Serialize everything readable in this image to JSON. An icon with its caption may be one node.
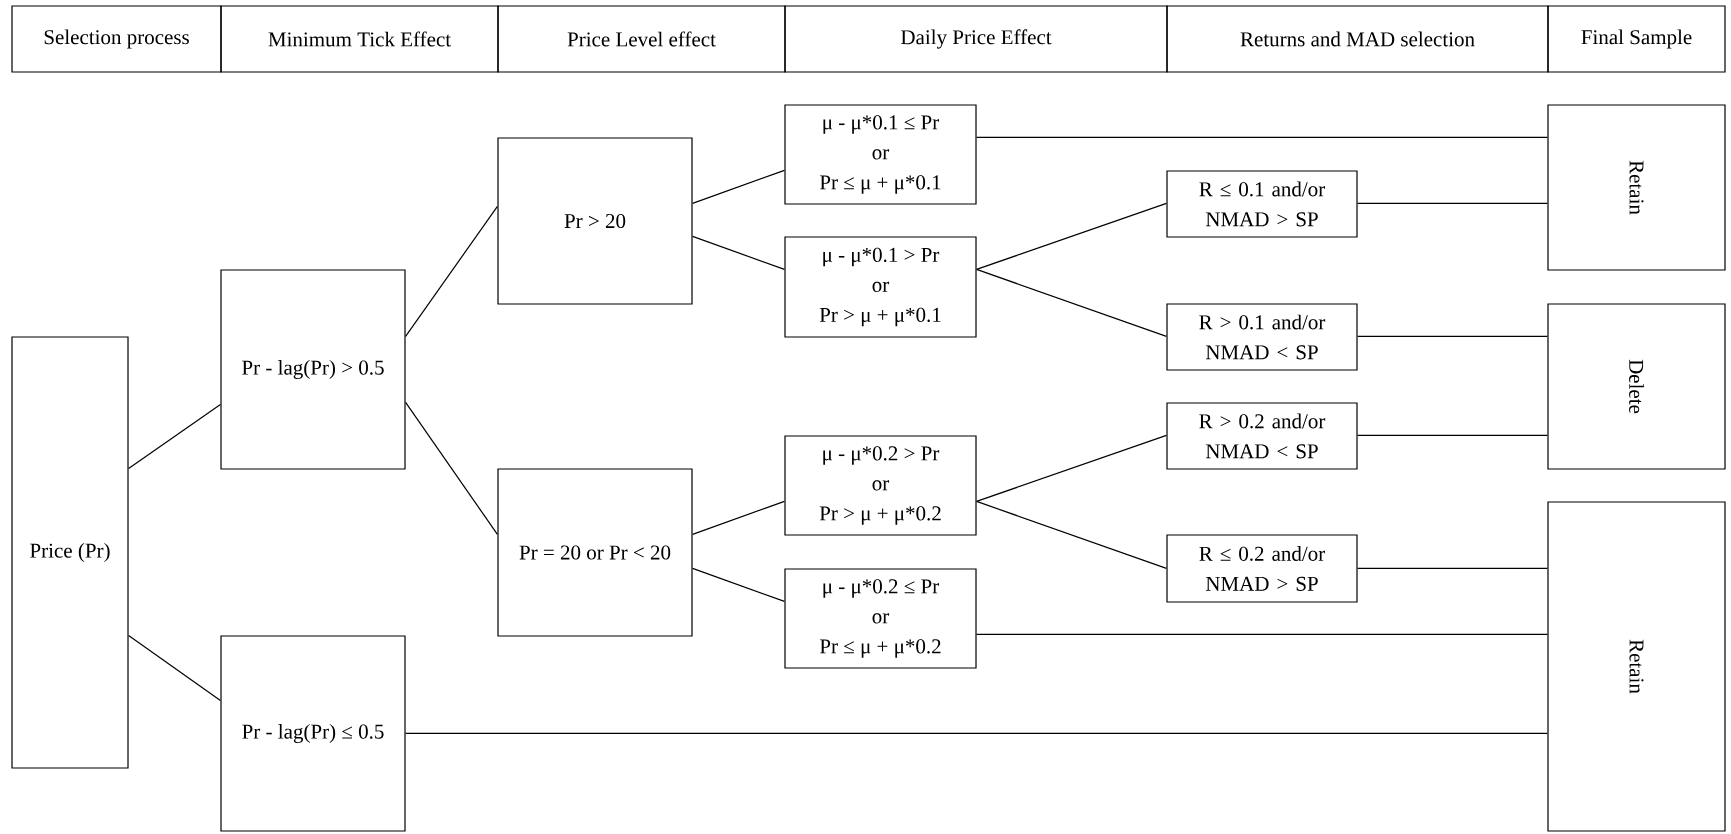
{
  "diagram": {
    "nodes": [
      {
        "text": [
          "Selection process"
        ]
      },
      {
        "text": [
          "Minimum Tick Effect"
        ]
      },
      {
        "text": [
          "Price Level effect"
        ]
      },
      {
        "text": [
          "Daily Price Effect"
        ]
      },
      {
        "text": [
          "Returns and MAD selection"
        ]
      },
      {
        "text": [
          "Final Sample"
        ]
      },
      {
        "text": [
          "Price (Pr)"
        ]
      },
      {
        "text": [
          "Pr - lag(Pr) > 0.5"
        ]
      },
      {
        "text": [
          "Pr - lag(Pr) ≤ 0.5"
        ]
      },
      {
        "text": [
          "Pr > 20"
        ]
      },
      {
        "text": [
          "Pr = 20 or Pr < 20"
        ]
      },
      {
        "text": [
          "μ - μ*0.1 ≤ Pr",
          "or",
          "Pr ≤ μ + μ*0.1"
        ]
      },
      {
        "text": [
          "μ - μ*0.1 > Pr",
          "or",
          "Pr > μ + μ*0.1"
        ]
      },
      {
        "text": [
          "μ - μ*0.2 > Pr",
          "or",
          "Pr > μ + μ*0.2"
        ]
      },
      {
        "text": [
          "μ - μ*0.2 ≤ Pr",
          "or",
          "Pr ≤ μ + μ*0.2"
        ]
      },
      {
        "text": [
          "R ≤ 0.1 and/or NMAD > SP"
        ]
      },
      {
        "text": [
          "R > 0.1 and/or NMAD < SP"
        ]
      },
      {
        "text": [
          "R > 0.2 and/or NMAD < SP"
        ]
      },
      {
        "text": [
          "R ≤ 0.2 and/or NMAD > SP"
        ]
      },
      {
        "text": [
          "Retain"
        ]
      },
      {
        "text": [
          "Delete"
        ]
      },
      {
        "text": [
          "Retain"
        ]
      }
    ],
    "edges": [
      {
        "from": 6,
        "to": 7,
        "arrow": "none"
      },
      {
        "from": 6,
        "to": 8,
        "arrow": "none"
      },
      {
        "from": 7,
        "to": 9,
        "arrow": "none"
      },
      {
        "from": 7,
        "to": 10,
        "arrow": "none"
      },
      {
        "from": 8,
        "to": 21,
        "arrow": "none"
      },
      {
        "from": 9,
        "to": 11,
        "arrow": "none"
      },
      {
        "from": 9,
        "to": 12,
        "arrow": "none"
      },
      {
        "from": 10,
        "to": 13,
        "arrow": "none"
      },
      {
        "from": 10,
        "to": 14,
        "arrow": "none"
      },
      {
        "from": 11,
        "to": 19,
        "arrow": "none"
      },
      {
        "from": 12,
        "to": 15,
        "arrow": "none"
      },
      {
        "from": 12,
        "to": 16,
        "arrow": "none"
      },
      {
        "from": 13,
        "to": 17,
        "arrow": "none"
      },
      {
        "from": 13,
        "to": 18,
        "arrow": "none"
      },
      {
        "from": 14,
        "to": 21,
        "arrow": "none"
      },
      {
        "from": 15,
        "to": 19,
        "arrow": "none"
      },
      {
        "from": 16,
        "to": 20,
        "arrow": "none"
      },
      {
        "from": 17,
        "to": 20,
        "arrow": "none"
      },
      {
        "from": 18,
        "to": 21,
        "arrow": "none"
      }
    ]
  }
}
